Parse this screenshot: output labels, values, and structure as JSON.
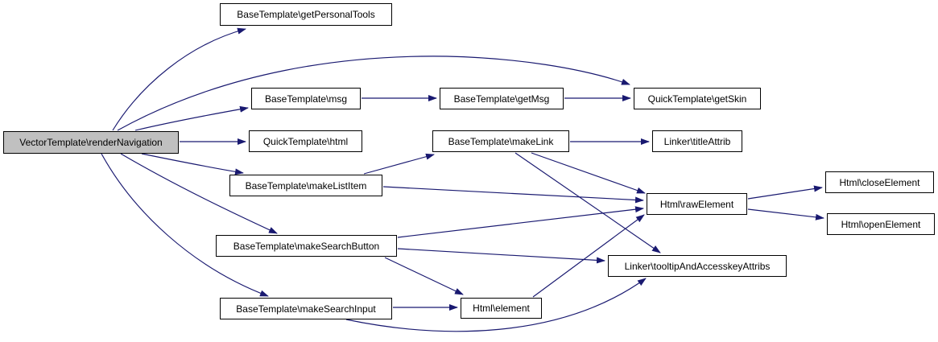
{
  "graph": {
    "type": "call-graph",
    "edge_color": "#191970",
    "node_border_color": "#000000",
    "node_fill": "#ffffff",
    "highlighted_node_fill": "#c0c0c0",
    "background": "#ffffff",
    "nodes": [
      {
        "id": "renderNavigation",
        "label": "VectorTemplate\\renderNavigation",
        "highlighted": true
      },
      {
        "id": "getPersonalTools",
        "label": "BaseTemplate\\getPersonalTools"
      },
      {
        "id": "msg",
        "label": "BaseTemplate\\msg"
      },
      {
        "id": "getMsg",
        "label": "BaseTemplate\\getMsg"
      },
      {
        "id": "getSkin",
        "label": "QuickTemplate\\getSkin"
      },
      {
        "id": "html",
        "label": "QuickTemplate\\html"
      },
      {
        "id": "makeLink",
        "label": "BaseTemplate\\makeLink"
      },
      {
        "id": "titleAttrib",
        "label": "Linker\\titleAttrib"
      },
      {
        "id": "makeListItem",
        "label": "BaseTemplate\\makeListItem"
      },
      {
        "id": "rawElement",
        "label": "Html\\rawElement"
      },
      {
        "id": "closeElement",
        "label": "Html\\closeElement"
      },
      {
        "id": "openElement",
        "label": "Html\\openElement"
      },
      {
        "id": "makeSearchButton",
        "label": "BaseTemplate\\makeSearchButton"
      },
      {
        "id": "tooltipAndAccesskeyAttribs",
        "label": "Linker\\tooltipAndAccesskeyAttribs"
      },
      {
        "id": "makeSearchInput",
        "label": "BaseTemplate\\makeSearchInput"
      },
      {
        "id": "element",
        "label": "Html\\element"
      }
    ],
    "edges": [
      {
        "from": "renderNavigation",
        "to": "getPersonalTools"
      },
      {
        "from": "renderNavigation",
        "to": "getSkin"
      },
      {
        "from": "renderNavigation",
        "to": "msg"
      },
      {
        "from": "renderNavigation",
        "to": "html"
      },
      {
        "from": "renderNavigation",
        "to": "makeListItem"
      },
      {
        "from": "renderNavigation",
        "to": "makeSearchButton"
      },
      {
        "from": "renderNavigation",
        "to": "makeSearchInput"
      },
      {
        "from": "msg",
        "to": "getMsg"
      },
      {
        "from": "getMsg",
        "to": "getSkin"
      },
      {
        "from": "makeLink",
        "to": "titleAttrib"
      },
      {
        "from": "makeLink",
        "to": "rawElement"
      },
      {
        "from": "makeLink",
        "to": "tooltipAndAccesskeyAttribs"
      },
      {
        "from": "makeListItem",
        "to": "makeLink"
      },
      {
        "from": "makeListItem",
        "to": "rawElement"
      },
      {
        "from": "makeSearchButton",
        "to": "rawElement"
      },
      {
        "from": "makeSearchButton",
        "to": "tooltipAndAccesskeyAttribs"
      },
      {
        "from": "makeSearchButton",
        "to": "element"
      },
      {
        "from": "makeSearchInput",
        "to": "element"
      },
      {
        "from": "makeSearchInput",
        "to": "tooltipAndAccesskeyAttribs"
      },
      {
        "from": "element",
        "to": "rawElement"
      },
      {
        "from": "rawElement",
        "to": "closeElement"
      },
      {
        "from": "rawElement",
        "to": "openElement"
      }
    ]
  }
}
